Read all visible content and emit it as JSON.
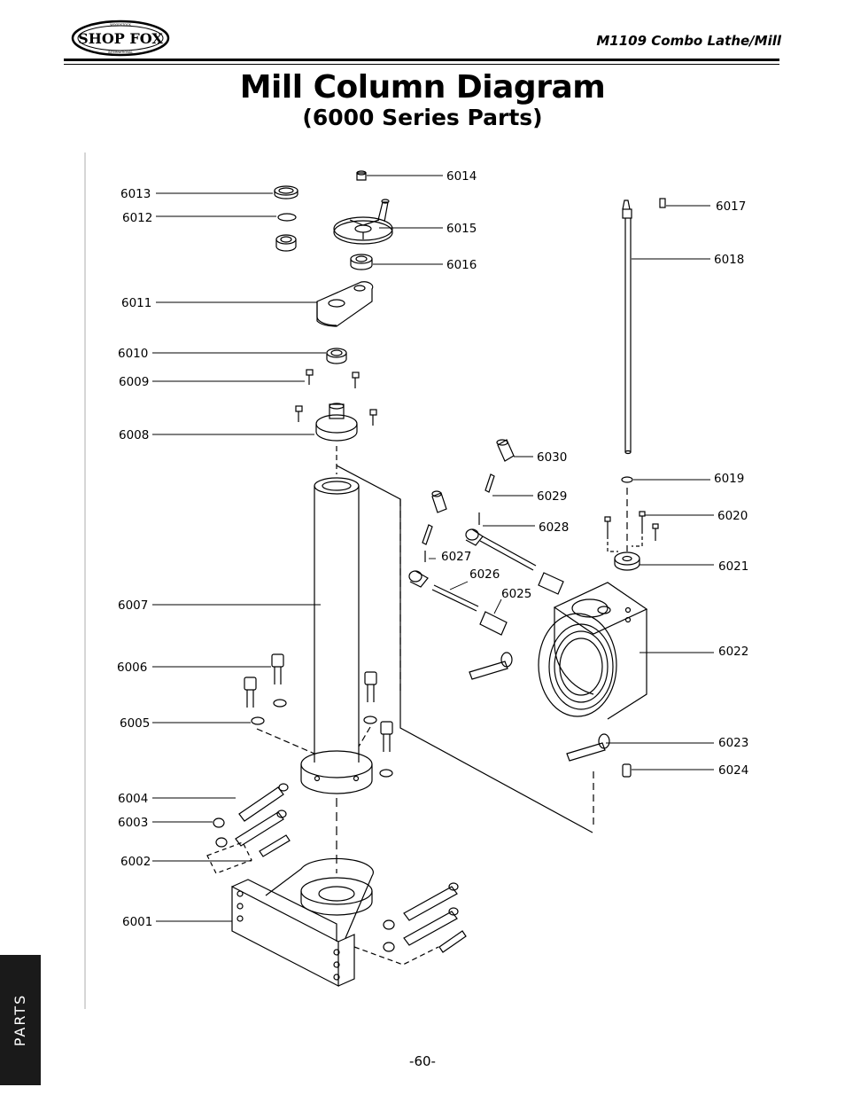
{
  "header": {
    "logo_text": "SHOP FOX",
    "logo_ring_top": "WOODSTOCK",
    "logo_ring_bottom": "INTERNATIONAL",
    "model": "M1109 Combo Lathe/Mill"
  },
  "title": "Mill Column Diagram",
  "subtitle": "(6000 Series Parts)",
  "diagram": {
    "callouts": {
      "p6001": "6001",
      "p6002": "6002",
      "p6003": "6003",
      "p6004": "6004",
      "p6005": "6005",
      "p6006": "6006",
      "p6007": "6007",
      "p6008": "6008",
      "p6009": "6009",
      "p6010": "6010",
      "p6011": "6011",
      "p6012": "6012",
      "p6013": "6013",
      "p6014": "6014",
      "p6015": "6015",
      "p6016": "6016",
      "p6017": "6017",
      "p6018": "6018",
      "p6019": "6019",
      "p6020": "6020",
      "p6021": "6021",
      "p6022": "6022",
      "p6023": "6023",
      "p6024": "6024",
      "p6025": "6025",
      "p6026": "6026",
      "p6027": "6027",
      "p6028": "6028",
      "p6029": "6029",
      "p6030": "6030"
    }
  },
  "side_tab": "PARTS",
  "page_number": "-60-"
}
